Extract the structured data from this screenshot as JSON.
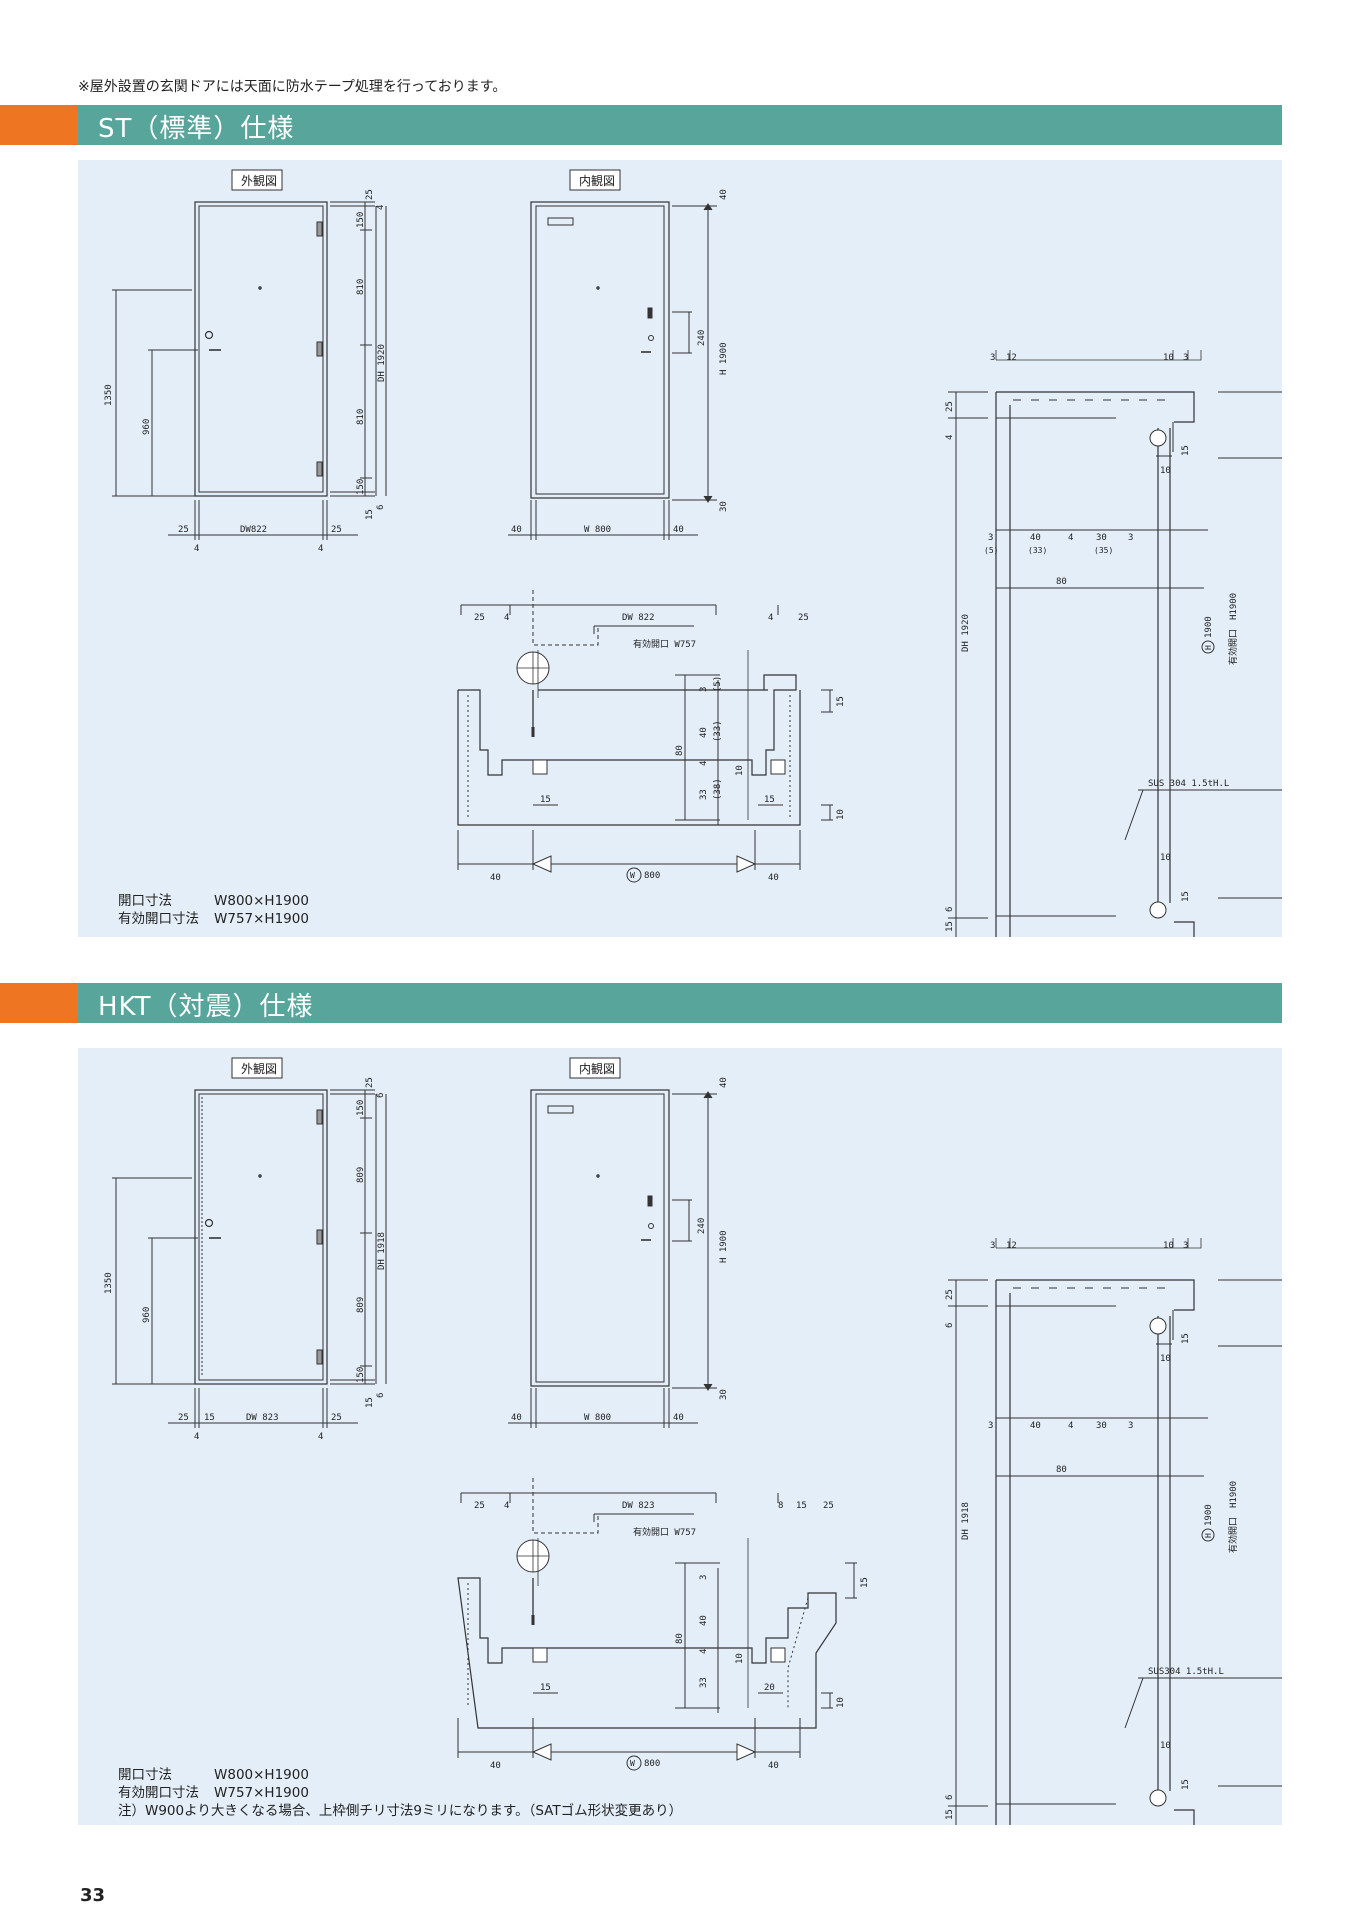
{
  "top_note": "※屋外設置の玄関ドアには天面に防水テープ処理を行っております。",
  "page_number": "33",
  "sections": [
    {
      "title": "ST（標準）仕様",
      "exterior_label": "外観図",
      "interior_label": "内観図",
      "spec_open_key": "開口寸法",
      "spec_open_val": "W800×H1900",
      "spec_eff_key": "有効開口寸法",
      "spec_eff_val": "W757×H1900",
      "dims": {
        "ext_top_25": "25",
        "ext_top_4": "4",
        "ext_150a": "150",
        "ext_810a": "810",
        "ext_dh": "DH 1920",
        "ext_810b": "810",
        "ext_150b": "150",
        "ext_bot_15": "15",
        "ext_bot_6": "6",
        "ext_1350": "1350",
        "ext_960": "960",
        "ext_w_25l": "25",
        "ext_w_dw": "DW822",
        "ext_w_25r": "25",
        "ext_w_4l": "4",
        "ext_w_4r": "4",
        "int_40t": "40",
        "int_240": "240",
        "int_h": "H 1900",
        "int_30b": "30",
        "int_w_40l": "40",
        "int_w": "W 800",
        "int_w_40r": "40",
        "plan_25": "25",
        "plan_4": "4",
        "plan_dw": "DW 822",
        "plan_4r": "4",
        "plan_25r": "25",
        "plan_eff": "有効開口 W757",
        "plan_3": "3",
        "plan_5": "(5)",
        "plan_40": "40",
        "plan_33p": "(33)",
        "plan_80": "80",
        "plan_4b": "4",
        "plan_10": "10",
        "plan_33": "33",
        "plan_38": "(38)",
        "plan_15r": "15",
        "plan_15a": "15",
        "plan_15b": "15",
        "plan_10r": "10",
        "plan_40l": "40",
        "plan_w800": "800",
        "plan_w_mark": "W",
        "plan_40r": "40",
        "sec_3a": "3",
        "sec_12a": "12",
        "sec_10a": "10",
        "sec_3b": "3",
        "sec_25": "25",
        "sec_4": "4",
        "sec_15a": "15",
        "sec_10b": "10",
        "sec_40r": "40",
        "sec_row_3": "3",
        "sec_row_40": "40",
        "sec_row_4": "4",
        "sec_row_30": "30",
        "sec_row_3b": "3",
        "sec_p5": "(5)",
        "sec_p33": "(33)",
        "sec_p35": "(35)",
        "sec_80": "80",
        "sec_dh": "DH 1920",
        "sec_h": "1900",
        "sec_h_mark": "H",
        "sec_eff": "有効開口　H1900",
        "sec_sus": "SUS 304 1.5tH.L",
        "sec_10c": "10",
        "sec_15c": "15",
        "sec_15b": "15",
        "sec_6": "6",
        "sec_30": "30",
        "sec_3c": "3",
        "sec_12b": "12",
        "sec_12c": "12",
        "sec_3d": "3"
      }
    },
    {
      "title": "HKT（対震）仕様",
      "exterior_label": "外観図",
      "interior_label": "内観図",
      "spec_open_key": "開口寸法",
      "spec_open_val": "W800×H1900",
      "spec_eff_key": "有効開口寸法",
      "spec_eff_val": "W757×H1900",
      "spec_note": "注）W900より大きくなる場合、上枠側チリ寸法9ミリになります。（SATゴム形状変更あり）",
      "dims": {
        "ext_top_25": "25",
        "ext_top_4": "6",
        "ext_150a": "150",
        "ext_810a": "809",
        "ext_dh": "DH 1918",
        "ext_810b": "809",
        "ext_150b": "150",
        "ext_bot_15": "15",
        "ext_bot_6": "6",
        "ext_1350": "1350",
        "ext_960": "960",
        "ext_w_25l": "25",
        "ext_w_15": "15",
        "ext_w_dw": "DW 823",
        "ext_w_25r": "25",
        "ext_w_4l": "4",
        "ext_w_4r": "4",
        "int_40t": "40",
        "int_240": "240",
        "int_h": "H 1900",
        "int_30b": "30",
        "int_w_40l": "40",
        "int_w": "W 800",
        "int_w_40r": "40",
        "plan_25": "25",
        "plan_4": "4",
        "plan_dw": "DW 823",
        "plan_8": "8",
        "plan_15t": "15",
        "plan_25r": "25",
        "plan_eff": "有効開口 W757",
        "plan_3": "3",
        "plan_40": "40",
        "plan_80": "80",
        "plan_4b": "4",
        "plan_10": "10",
        "plan_33": "33",
        "plan_15r": "15",
        "plan_15a": "15",
        "plan_20": "20",
        "plan_10r": "10",
        "plan_40l": "40",
        "plan_w800": "800",
        "plan_w_mark": "W",
        "plan_40r": "40",
        "sec_3a": "3",
        "sec_12a": "12",
        "sec_10a": "10",
        "sec_3b": "3",
        "sec_25": "25",
        "sec_4": "6",
        "sec_15a": "15",
        "sec_10b": "10",
        "sec_40r": "40",
        "sec_row_3": "3",
        "sec_row_40": "40",
        "sec_row_4": "4",
        "sec_row_30": "30",
        "sec_row_3b": "3",
        "sec_80": "80",
        "sec_dh": "DH 1918",
        "sec_h": "1900",
        "sec_h_mark": "H",
        "sec_eff": "有効開口　H1900",
        "sec_sus": "SUS304 1.5tH.L",
        "sec_10c": "10",
        "sec_15c": "15",
        "sec_15b": "15",
        "sec_6": "6",
        "sec_30": "30",
        "sec_3c": "3",
        "sec_12b": "12",
        "sec_12c": "12",
        "sec_3d": "3"
      }
    }
  ]
}
